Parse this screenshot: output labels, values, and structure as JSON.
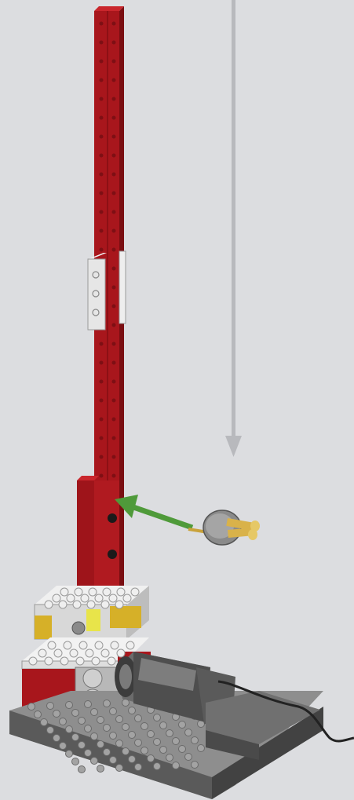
{
  "diagram": {
    "background_color": "#dcdde0",
    "parts": [
      {
        "name": "tall-red-beam",
        "color": "#a8161c"
      },
      {
        "name": "short-red-beam",
        "color": "#a8161c"
      },
      {
        "name": "white-plate",
        "color": "#e6e6e6"
      },
      {
        "name": "grey-baseplate",
        "color": "#646464"
      },
      {
        "name": "motor",
        "color": "#5a5a5a"
      },
      {
        "name": "yellow-gear",
        "color": "#e6e04a"
      },
      {
        "name": "axle-peg",
        "color": "#d9b24a"
      }
    ],
    "arrows": [
      {
        "name": "downward-arrow",
        "color": "#b8b9bd",
        "direction": "down"
      },
      {
        "name": "insert-arrow",
        "color": "#4f9a3a",
        "direction": "left"
      }
    ],
    "cable_color": "#222222"
  }
}
